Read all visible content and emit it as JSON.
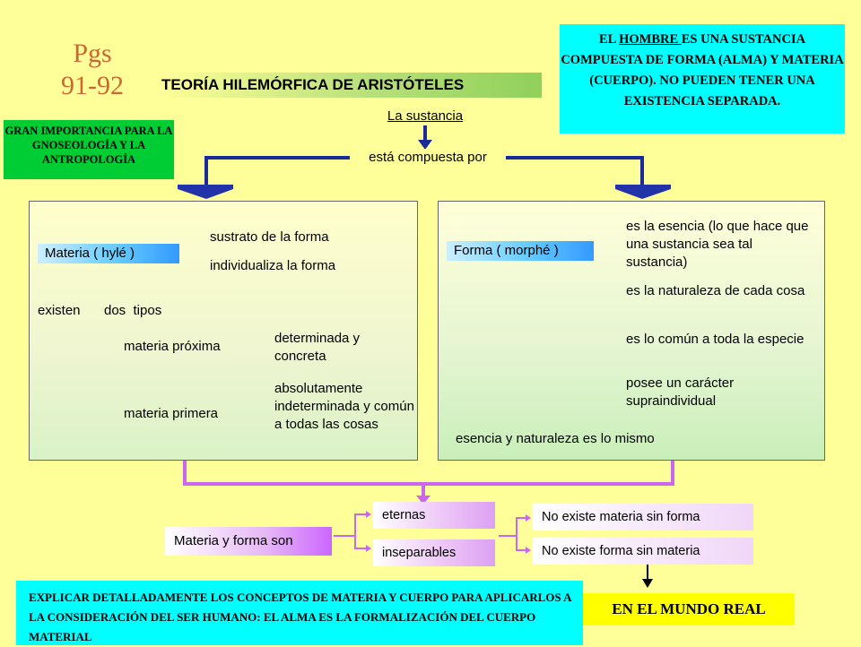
{
  "pages_label": "Pgs\n91-92",
  "title": "TEORÍA HILEMÓRFICA DE ARISTÓTELES",
  "note_top_right": {
    "prefix": "EL ",
    "underlined": "HOMBRE ",
    "rest": "ES UNA SUSTANCIA COMPUESTA DE FORMA (ALMA) Y MATERIA (CUERPO). NO PUEDEN TENER UNA EXISTENCIA SEPARADA."
  },
  "note_green": "GRAN IMPORTANCIA PARA LA GNOSEOLOGÍA Y LA ANTROPOLOGÍA",
  "substance": "La sustancia",
  "composed_of": "está compuesta por",
  "matter": {
    "label": "Materia ( hylé )",
    "traits": [
      "sustrato de la forma",
      "individualiza la forma"
    ],
    "types_intro_a": "existen",
    "types_intro_b": "dos  tipos",
    "types": [
      {
        "name": "materia próxima",
        "desc": "determinada y concreta"
      },
      {
        "name": "materia primera",
        "desc": "absolutamente indeterminada y común a todas las cosas"
      }
    ]
  },
  "form": {
    "label": "Forma ( morphé )",
    "traits": [
      "es la esencia (lo que hace que una sustancia sea tal sustancia)",
      "es la naturaleza de cada cosa",
      "es lo común a toda la especie",
      "posee un carácter supraindividual"
    ],
    "conclusion": "esencia y naturaleza es lo mismo"
  },
  "both": {
    "label": "Materia y forma son",
    "props": [
      "eternas",
      "inseparables"
    ],
    "consequences": [
      "No existe materia sin forma",
      "No existe forma sin materia"
    ]
  },
  "note_bottom": "EXPLICAR DETALLADAMENTE  LOS CONCEPTOS DE MATERIA Y CUERPO PARA APLICARLOS A LA CONSIDERACIÓN  DEL SER HUMANO: EL ALMA ES LA FORMALIZACIÓN DEL CUERPO MATERIAL",
  "real_world": "EN EL MUNDO REAL",
  "colors": {
    "background": "#ffff99",
    "blue_arrow": "#1a2a99",
    "violet_line": "#cc66ee",
    "cyan": "#00ffff",
    "green": "#00cc33",
    "yellow": "#ffff00"
  }
}
